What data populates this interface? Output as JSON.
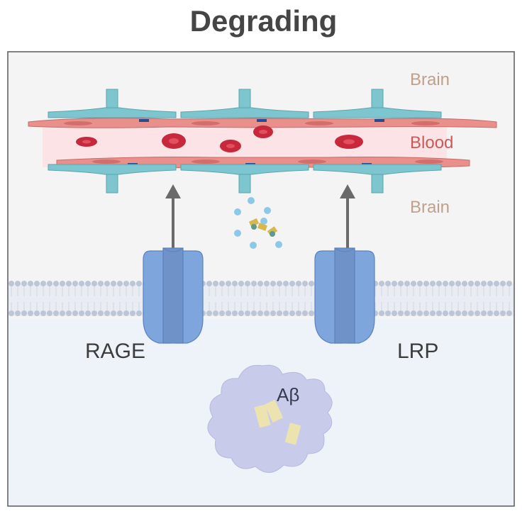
{
  "title": "Degrading",
  "labels": {
    "brain_top": "Brain",
    "blood": "Blood",
    "brain_bottom": "Brain",
    "rage": "RAGE",
    "lrp": "LRP",
    "abeta": "Aβ"
  },
  "colors": {
    "title": "#454545",
    "brain_label": "#c0a08a",
    "blood_label": "#c85a5a",
    "receptor_label": "#3c3c3c",
    "pericyte": "#7ec6cf",
    "endothelium": "#e9908c",
    "blood_fill": "#fce4e6",
    "red_cell": "#c8283c",
    "receptor": "#7ea6dd",
    "membrane": "#bcc6d6",
    "cell_interior": "#eef2f9",
    "microglia": "#c9cbeb",
    "fibril": "#ece3b0"
  },
  "icons": [
    "blood-vessel-icon",
    "red-blood-cell-icon",
    "receptor-icon",
    "membrane-icon",
    "amyloid-fragment-icon",
    "microglia-icon"
  ]
}
